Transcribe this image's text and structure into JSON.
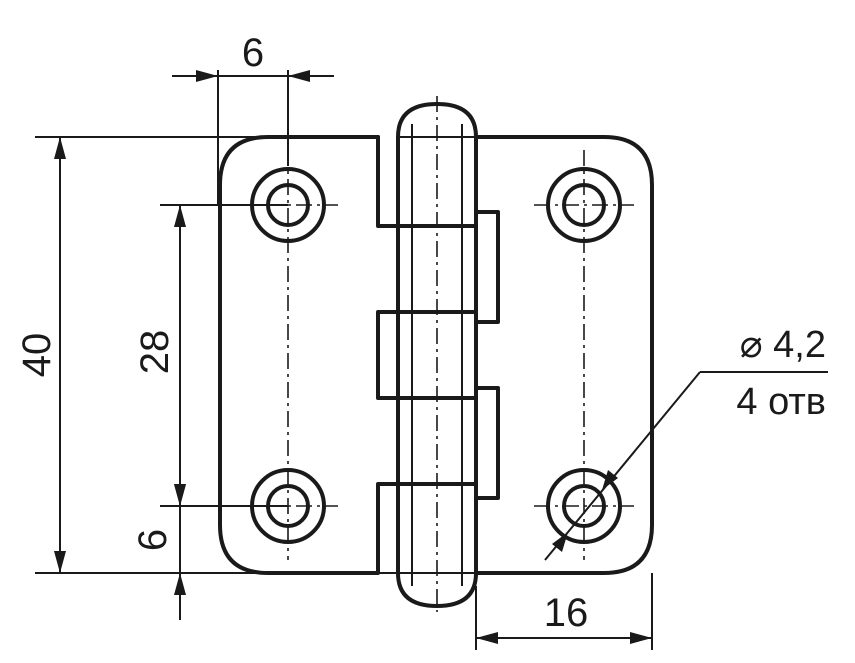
{
  "drawing": {
    "subject": "hinge",
    "dimensions": {
      "top_hole_offset": "6",
      "overall_height": "40",
      "hole_spacing": "28",
      "bottom_hole_offset": "6",
      "leaf_hole_offset": "16"
    },
    "hole_note": {
      "diameter": "⌀ 4,2",
      "count": "4 отв"
    }
  }
}
